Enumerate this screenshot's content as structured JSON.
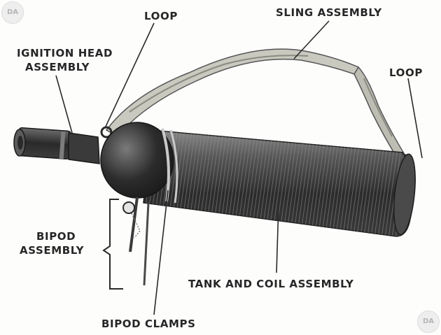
{
  "labels": {
    "loop_top": "LOOP",
    "sling_assembly": "SLING ASSEMBLY",
    "ignition_line1": "IGNITION HEAD",
    "ignition_line2": "ASSEMBLY",
    "loop_right": "LOOP",
    "bipod_line1": "BIPOD",
    "bipod_line2": "ASSEMBLY",
    "tank_and_coil": "TANK AND COIL ASSEMBLY",
    "bipod_clamps": "BIPOD CLAMPS"
  },
  "watermark": {
    "text": "DA"
  },
  "colors": {
    "label_text": "#262626",
    "leader_line": "#2a2a2a",
    "tank_dark": "#2b2b2b",
    "tank_mid": "#6a6a6a",
    "sling": "#c9c9c0"
  }
}
